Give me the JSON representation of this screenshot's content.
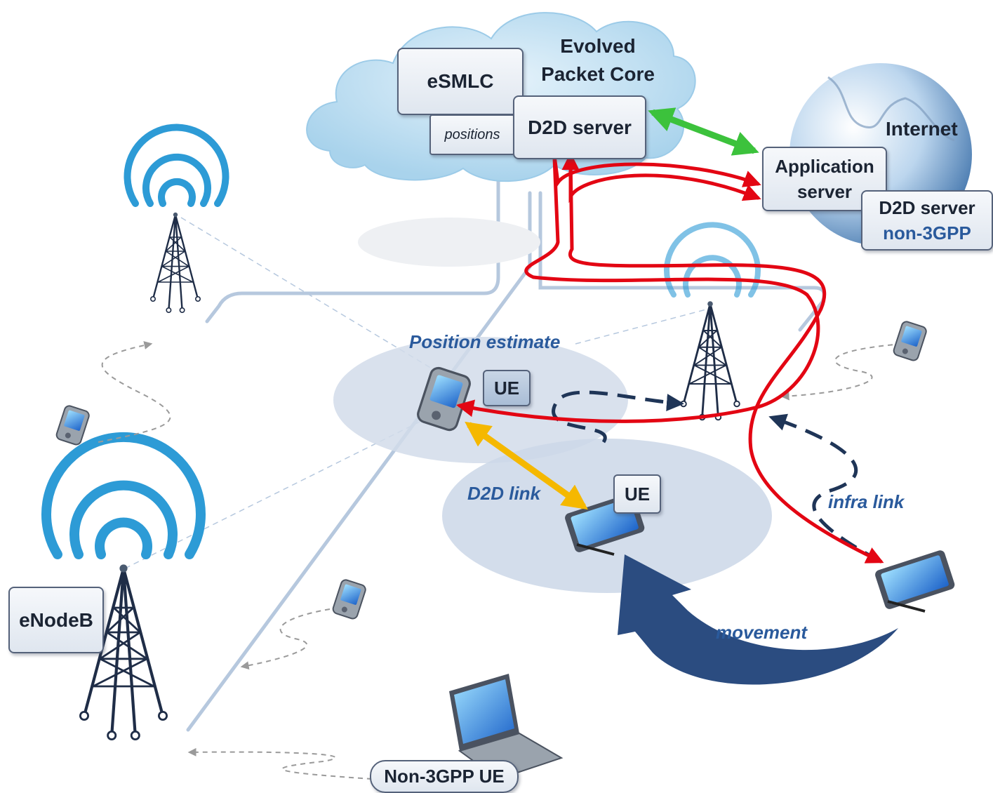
{
  "cloud_label": {
    "line1": "Evolved",
    "line2": "Packet Core"
  },
  "esmlc": "eSMLC",
  "positions": "positions",
  "d2d_server_3gpp": "D2D server",
  "internet": "Internet",
  "application_server": {
    "line1": "Application",
    "line2": "server"
  },
  "d2d_server_non3gpp": {
    "line1": "D2D server",
    "line2": "non-3GPP"
  },
  "position_estimate": "Position estimate",
  "ue_top": "UE",
  "ue_bottom": "UE",
  "d2d_link": "D2D link",
  "infra_link": "infra link",
  "movement": "movement",
  "enodeb": "eNodeB",
  "non3gpp_ue": "Non-3GPP UE",
  "colors": {
    "signaling_red": "#e30613",
    "internet_green": "#3cc23c",
    "d2d_yellow": "#f5b800",
    "dark_navy": "#1f3557",
    "label_blue": "#2a5a9c",
    "tower_blue": "#2d9bd6"
  }
}
